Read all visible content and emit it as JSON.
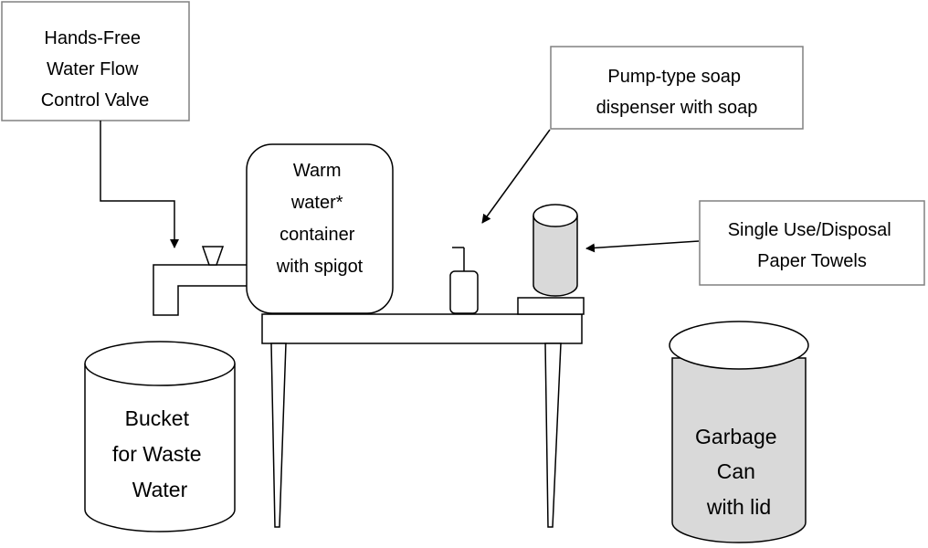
{
  "labels": {
    "valve": [
      "Hands-Free",
      "Water Flow",
      "Control Valve"
    ],
    "soap": [
      "Pump-type soap",
      "dispenser with soap"
    ],
    "towels": [
      "Single Use/Disposal",
      "Paper Towels"
    ]
  },
  "container": [
    "Warm",
    "water*",
    "container",
    "with spigot"
  ],
  "bucket": [
    "Bucket",
    "for Waste",
    "Water"
  ],
  "garbage": [
    "Garbage",
    "Can",
    "with lid"
  ],
  "colors": {
    "stroke": "#000000",
    "box_border": "#808080",
    "towel_fill": "#d9d9d9",
    "garbage_fill": "#d9d9d9"
  }
}
